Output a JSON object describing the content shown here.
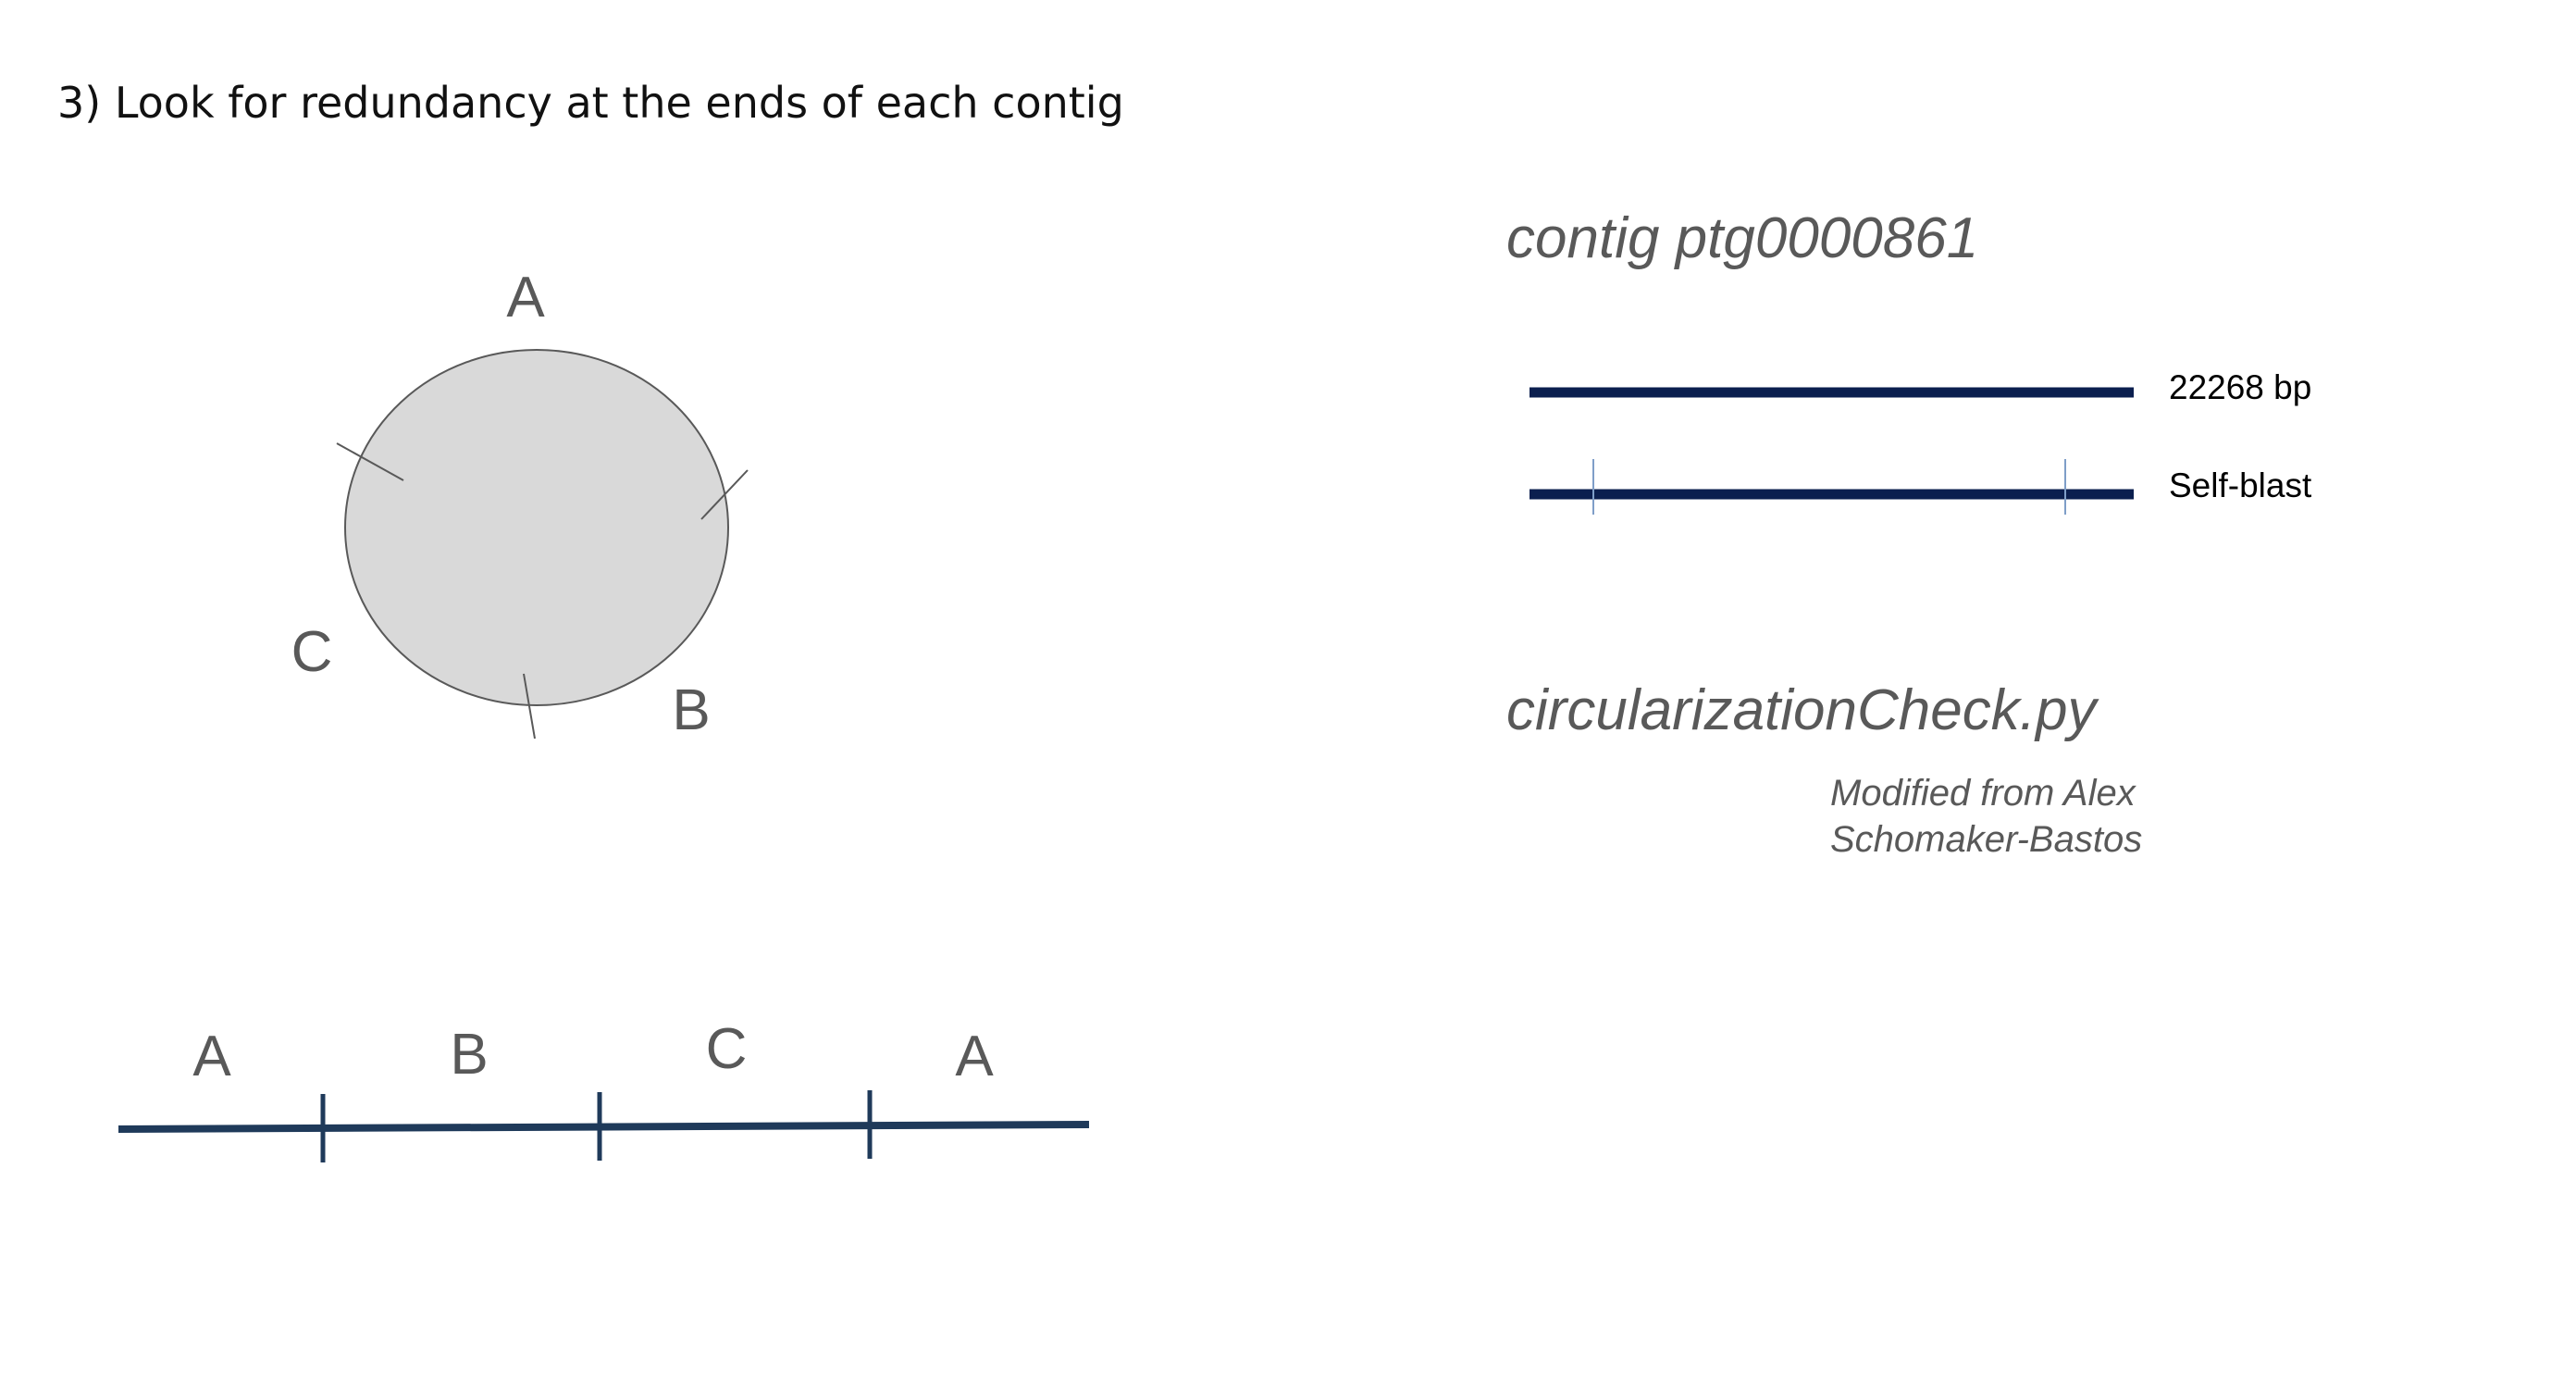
{
  "slide": {
    "title": "3) Look for redundancy at the ends of each contig"
  },
  "circle_diagram": {
    "labels": [
      "A",
      "B",
      "C"
    ],
    "fill_color": "#d9d9d9",
    "stroke_color": "#595959"
  },
  "linear_diagram": {
    "segments": [
      "A",
      "B",
      "C",
      "A"
    ],
    "line_color": "#1f3a5a"
  },
  "contig_panel": {
    "contig_title": "contig ptg0000861",
    "length_label": "22268 bp",
    "selfblast_label": "Self-blast",
    "bar_color": "#0b1f4f",
    "tick_color": "#7f9ec8"
  },
  "script_panel": {
    "script_name": "circularizationCheck.py",
    "credit": "Modified from Alex Schomaker-Bastos"
  }
}
